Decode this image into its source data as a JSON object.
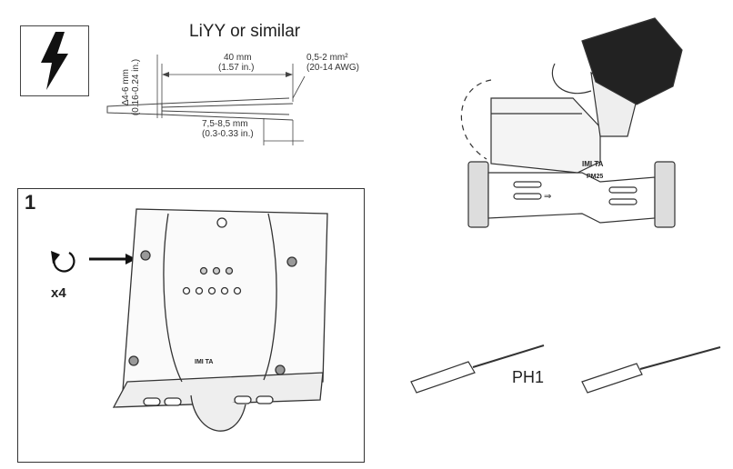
{
  "cable": {
    "title": "LiYY or similar",
    "diameter_mm": "∆4-6 mm",
    "diameter_in": "(0.16-0.24 in.)",
    "length_mm": "40 mm",
    "length_in": "(1.57 in.)",
    "wire_mm2": "0,5-2 mm²",
    "wire_awg": "(20-14 AWG)",
    "strip_mm": "7,5-8,5 mm",
    "strip_in": "(0.3-0.33 in.)"
  },
  "step": {
    "number": "1",
    "count": "x4",
    "device_brand": "IMI TA"
  },
  "valve": {
    "brand": "IMI TA",
    "model": "PM25"
  },
  "tools": {
    "screwdriver_label": "PH1"
  },
  "icons": [
    "electric-warning-icon",
    "rotate-counterclockwise-icon",
    "arrow-right-icon",
    "screwdriver-icon"
  ]
}
